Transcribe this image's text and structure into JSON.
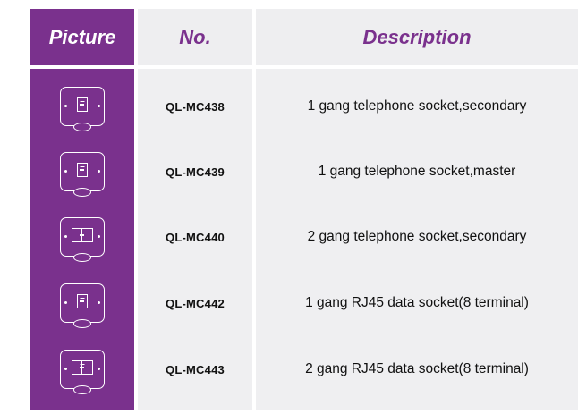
{
  "header": {
    "picture": "Picture",
    "no": "No.",
    "description": "Description"
  },
  "rows": [
    {
      "no": "QL-MC438",
      "description": "1 gang telephone socket,secondary",
      "icon": "single-socket-icon",
      "ports": 1
    },
    {
      "no": "QL-MC439",
      "description": "1 gang telephone socket,master",
      "icon": "single-socket-icon",
      "ports": 1
    },
    {
      "no": "QL-MC440",
      "description": "2 gang telephone socket,secondary",
      "icon": "double-socket-icon",
      "ports": 2
    },
    {
      "no": "QL-MC442",
      "description": "1 gang RJ45 data socket(8 terminal)",
      "icon": "single-socket-icon",
      "ports": 1
    },
    {
      "no": "QL-MC443",
      "description": "2 gang RJ45 data socket(8 terminal)",
      "icon": "double-socket-icon",
      "ports": 2
    }
  ],
  "colors": {
    "accent": "#7a318d",
    "cell_background": "#eeeef0"
  }
}
